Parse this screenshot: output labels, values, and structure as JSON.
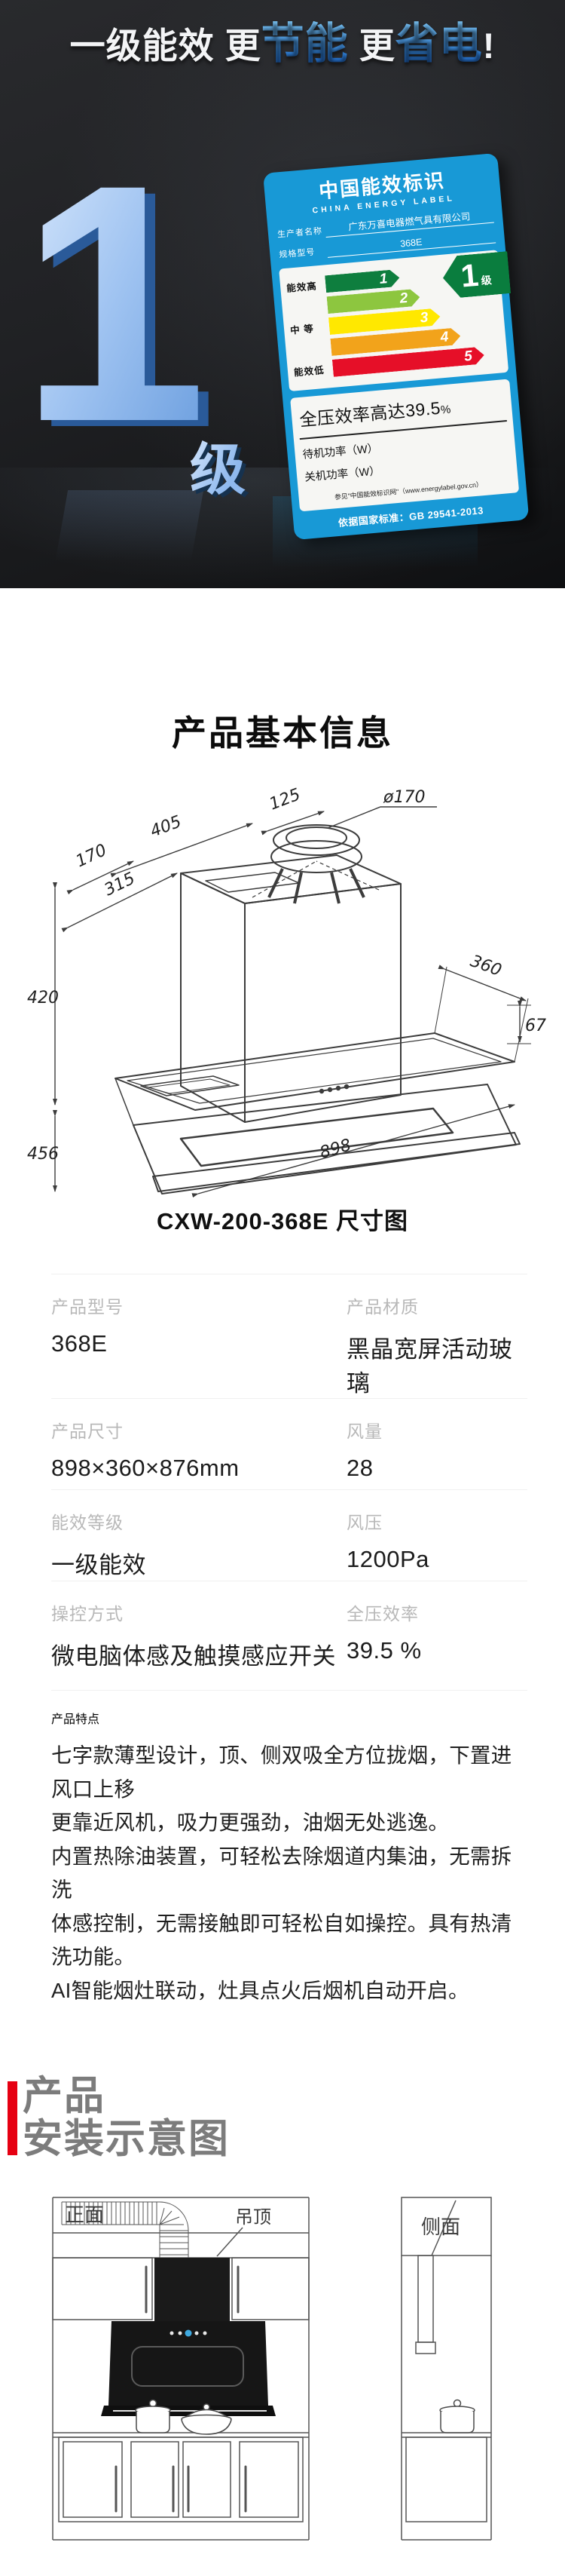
{
  "hero": {
    "headline": {
      "p1": "一级能效 更",
      "p2": "节能",
      "p3": " 更",
      "p4": "省电",
      "p5": "!"
    },
    "big_rank": {
      "number": "1",
      "suffix": "级"
    },
    "label": {
      "title": "中国能效标识",
      "subtitle": "CHINA ENERGY LABEL",
      "producer_label": "生产者名称",
      "producer_value": "广东万喜电器燃气具有限公司",
      "model_label": "规格型号",
      "model_value": "368E",
      "scale": {
        "high_label": "能效高",
        "mid_label": "中 等",
        "low_label": "能效低",
        "grades": [
          {
            "num": "1",
            "color": "#0e7e3e",
            "width_pct": 44
          },
          {
            "num": "2",
            "color": "#8dc63f",
            "width_pct": 55
          },
          {
            "num": "3",
            "color": "#ffe800",
            "width_pct": 66
          },
          {
            "num": "4",
            "color": "#f2a31b",
            "width_pct": 77
          },
          {
            "num": "5",
            "color": "#e60f28",
            "width_pct": 90
          }
        ],
        "badge_number": "1",
        "badge_suffix": "级"
      },
      "efficiency_line": "全压效率高达39.5",
      "efficiency_percent": "%",
      "standby_label": "待机功率（W）",
      "off_label": "关机功率（W）",
      "reference": "参见\"中国能效标识网\"（www.energylabel.gov.cn）",
      "standard": "依据国家标准：GB 29541-2013"
    },
    "colors": {
      "headline_blue": "#2f7fd6",
      "big_one_blue": "#9fc3f1",
      "label_blue": "#1899d6"
    }
  },
  "basic_info": {
    "title": "产品基本信息",
    "diagram": {
      "dims": {
        "d405": "405",
        "d125": "125",
        "dia": "ø170",
        "d170": "170",
        "d315": "315",
        "d420": "420",
        "d360": "360",
        "d67": "67",
        "d456": "456",
        "d898": "898"
      },
      "caption": "CXW-200-368E 尺寸图"
    },
    "rows": [
      {
        "left": {
          "label": "产品型号",
          "value": "368E"
        },
        "right": {
          "label": "产品材质",
          "value": "黑晶宽屏活动玻璃"
        }
      },
      {
        "left": {
          "label": "产品尺寸",
          "value": "898×360×876mm"
        },
        "right": {
          "label": "风量",
          "value": "28"
        }
      },
      {
        "left": {
          "label": "能效等级",
          "value": "一级能效"
        },
        "right": {
          "label": "风压",
          "value": "1200Pa"
        }
      },
      {
        "left": {
          "label": "操控方式",
          "value": "微电脑体感及触摸感应开关"
        },
        "right": {
          "label": "全压效率",
          "value": "39.5 %"
        }
      }
    ],
    "features": {
      "label": "产品特点",
      "text": "七字款薄型设计，顶、侧双吸全方位拢烟，下置进风口上移\n更靠近风机，吸力更强劲，油烟无处逃逸。\n内置热除油装置，可轻松去除烟道内集油，无需拆洗\n体感控制，无需接触即可轻松自如操控。具有热清洗功能。\nAI智能烟灶联动，灶具点火后烟机自动开启。"
    }
  },
  "install": {
    "title_line1": "产品",
    "title_line2": "安装示意图",
    "front_label": "正面",
    "side_label": "侧面",
    "ceiling_label": "吊顶",
    "accent_color": "#e60012"
  }
}
